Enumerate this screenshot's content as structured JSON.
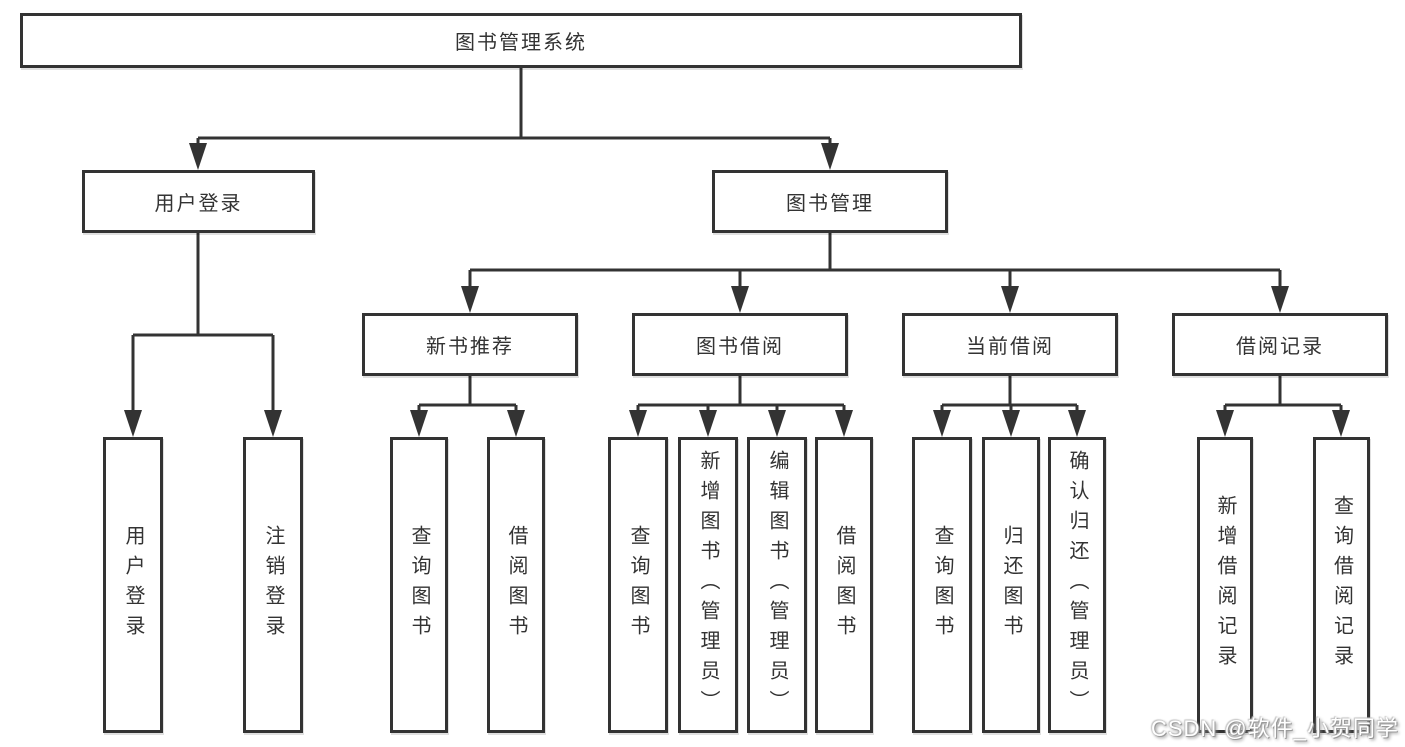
{
  "diagram": {
    "root": {
      "label": "图书管理系统"
    },
    "level2": [
      {
        "label": "用户登录"
      },
      {
        "label": "图书管理"
      }
    ],
    "level3": [
      {
        "label": "新书推荐"
      },
      {
        "label": "图书借阅"
      },
      {
        "label": "当前借阅"
      },
      {
        "label": "借阅记录"
      }
    ],
    "leaves": [
      {
        "label": "用户登录"
      },
      {
        "label": "注销登录"
      },
      {
        "label": "查询图书"
      },
      {
        "label": "借阅图书"
      },
      {
        "label": "查询图书"
      },
      {
        "label": "新增图书（管理员）"
      },
      {
        "label": "编辑图书（管理员）"
      },
      {
        "label": "借阅图书"
      },
      {
        "label": "查询图书"
      },
      {
        "label": "归还图书"
      },
      {
        "label": "确认归还（管理员）"
      },
      {
        "label": "新增借阅记录"
      },
      {
        "label": "查询借阅记录"
      }
    ]
  },
  "watermark": {
    "text": "CSDN @软件_小贺同学"
  },
  "colors": {
    "line": "#333333",
    "box_border": "#333333",
    "box_fill": "#ffffff",
    "text": "#333333",
    "background": "#ffffff",
    "watermark_text": "#ffffff",
    "watermark_shadow": "#999999"
  }
}
